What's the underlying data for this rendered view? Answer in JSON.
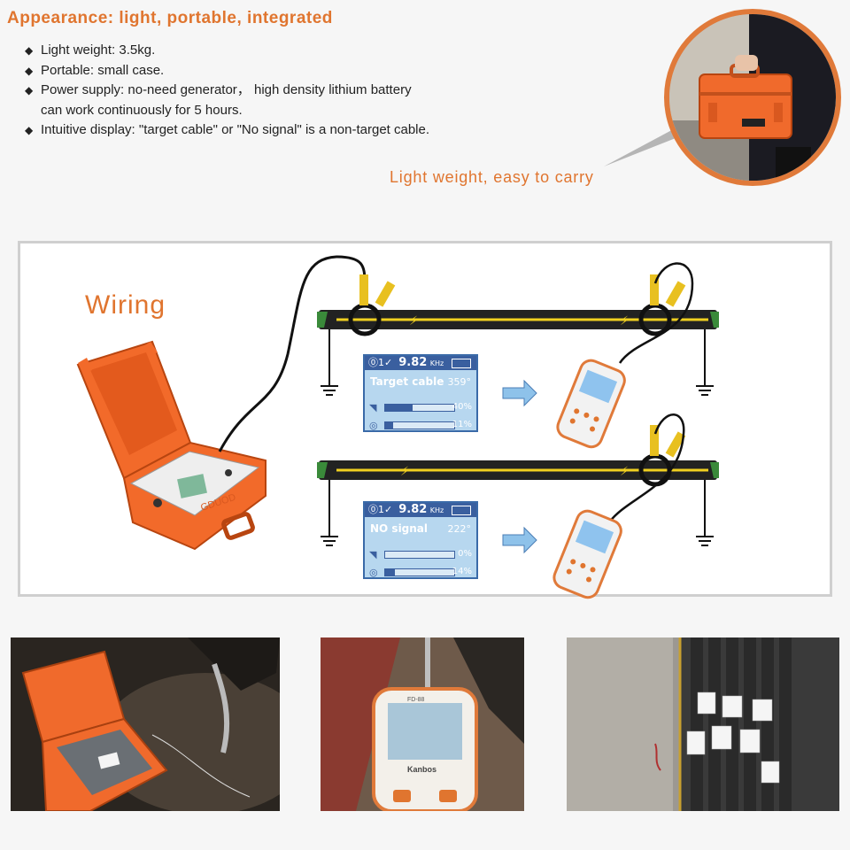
{
  "header": {
    "title": "Appearance: light, portable, integrated",
    "bullets": [
      "Light weight: 3.5kg.",
      "Portable: small case.",
      "Power supply: no-need generator， high density lithium battery",
      "Intuitive display: \"target cable\" or \"No signal\" is a non-target cable."
    ],
    "bullet_continuation": "can work continuously for 5 hours.",
    "carry_caption": "Light weight, easy to carry"
  },
  "wiring": {
    "label": "Wiring",
    "transmitter_brand": "GDUOD",
    "displays": [
      {
        "status_icons": "⓪1✓",
        "frequency": "9.82",
        "frequency_unit": "KHz",
        "message": "Target cable",
        "message_value": "359°",
        "signal_percent": "40%",
        "signal_level": 0.4,
        "fingerprint_percent": "11%",
        "fingerprint_level": 0.11
      },
      {
        "status_icons": "⓪1✓",
        "frequency": "9.82",
        "frequency_unit": "KHz",
        "message": "NO signal",
        "message_value": "222°",
        "signal_percent": "0%",
        "signal_level": 0.0,
        "fingerprint_percent": "14%",
        "fingerprint_level": 0.14
      }
    ]
  },
  "photos": {
    "handheld_brand": "Kanbos",
    "handheld_model": "FD-88"
  },
  "colors": {
    "accent_orange": "#e0752f",
    "lcd_blue": "#3a5f9f",
    "lcd_background": "#b7d7ef",
    "cable_black": "#222222",
    "cable_stripe": "#f0d020"
  }
}
